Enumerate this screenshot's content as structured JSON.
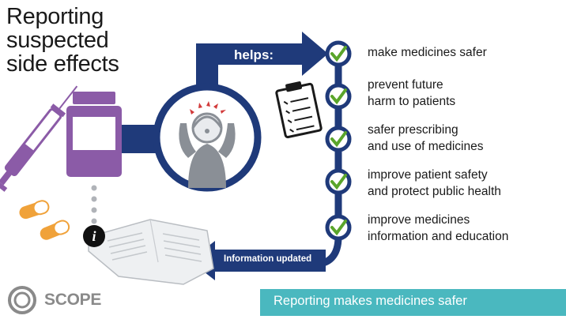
{
  "title": "Reporting\nsuspected\nside effects",
  "helps_label": "helps:",
  "updated_label": "Information updated",
  "benefits": [
    "make medicines safer",
    "prevent future\nharm to patients",
    "safer prescribing\nand use of medicines",
    "improve patient safety\nand protect public health",
    "improve medicines\ninformation and education"
  ],
  "banner_text": "Reporting makes medicines safer",
  "brand": "SCOPE",
  "colors": {
    "navy": "#1f3a7a",
    "green_check": "#5aa52b",
    "purple": "#8b5ba7",
    "orange": "#f0a23a",
    "teal_banner": "#4ab8bf",
    "scope_gray": "#8a8a8a"
  }
}
